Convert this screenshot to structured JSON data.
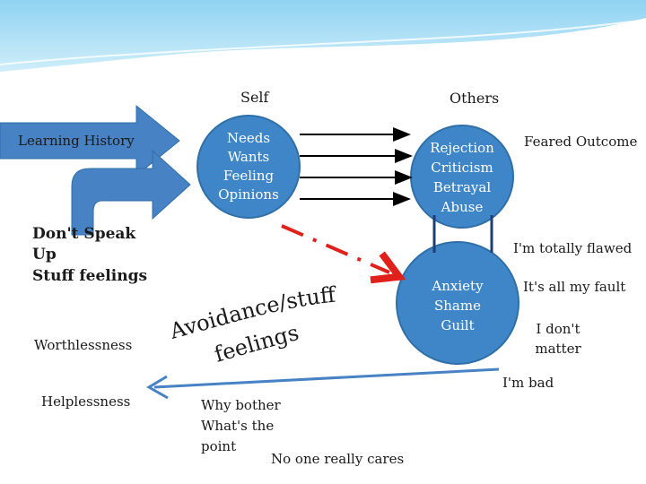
{
  "header": {
    "self": "Self",
    "others": "Others"
  },
  "learning_history": "Learning History",
  "self_circle": [
    "Needs",
    "Wants",
    "Feeling",
    "Opinions"
  ],
  "others_circle": [
    "Rejection",
    "Criticism",
    "Betrayal",
    "Abuse"
  ],
  "feared_outcome": "Feared Outcome",
  "dont_speak": [
    "Don't Speak",
    "Up",
    "Stuff feelings"
  ],
  "anxiety_circle": [
    "Anxiety",
    "Shame",
    "Guilt"
  ],
  "beliefs": {
    "flawed": "I'm totally flawed",
    "fault": "It's all my fault",
    "dont_matter": [
      "I don't",
      "matter"
    ],
    "bad": "I'm bad"
  },
  "avoidance": {
    "line1": "Avoidance/stuff",
    "line2": "feelings"
  },
  "worthlessness": "Worthlessness",
  "helplessness": "Helplessness",
  "why_bother": [
    "Why bother",
    "What's the",
    "point"
  ],
  "no_one_cares": "No one really cares",
  "colors": {
    "circle": "#3f86c8",
    "circle_edge": "#2f6fa8",
    "arrow_blue": "#4682c4",
    "dash": "#e0201b"
  }
}
